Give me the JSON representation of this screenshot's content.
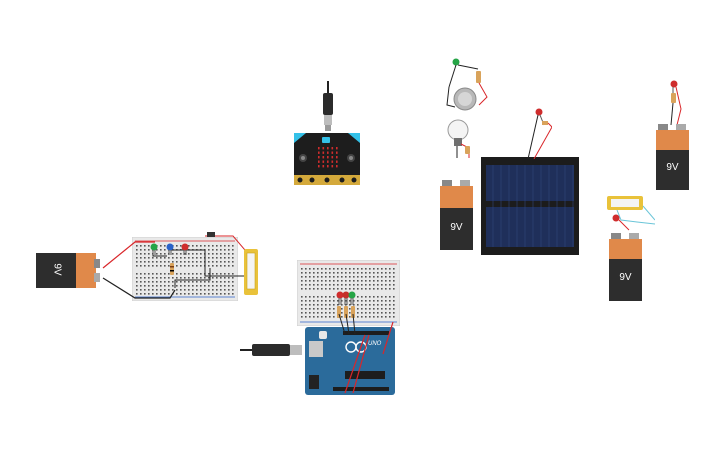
{
  "canvas": {
    "background": "#ffffff"
  },
  "batteries": [
    {
      "label": "9V",
      "rotated": true
    },
    {
      "label": "9V"
    },
    {
      "label": "9V"
    },
    {
      "label": "9V"
    }
  ],
  "arduino": {
    "logo_text": "UNO"
  },
  "colors": {
    "battery_black": "#2d2d2d",
    "battery_orange": "#e0894a",
    "breadboard": "#e9e9e9",
    "arduino_blue": "#2b6b9b",
    "microbit_black": "#1d1d1d",
    "microbit_cyan": "#34c1e8",
    "solar_panel": "#1f2f5a",
    "wire_red": "#d9262a",
    "wire_black": "#222222",
    "led_green": "#25a446",
    "led_red": "#cf2d2d"
  }
}
